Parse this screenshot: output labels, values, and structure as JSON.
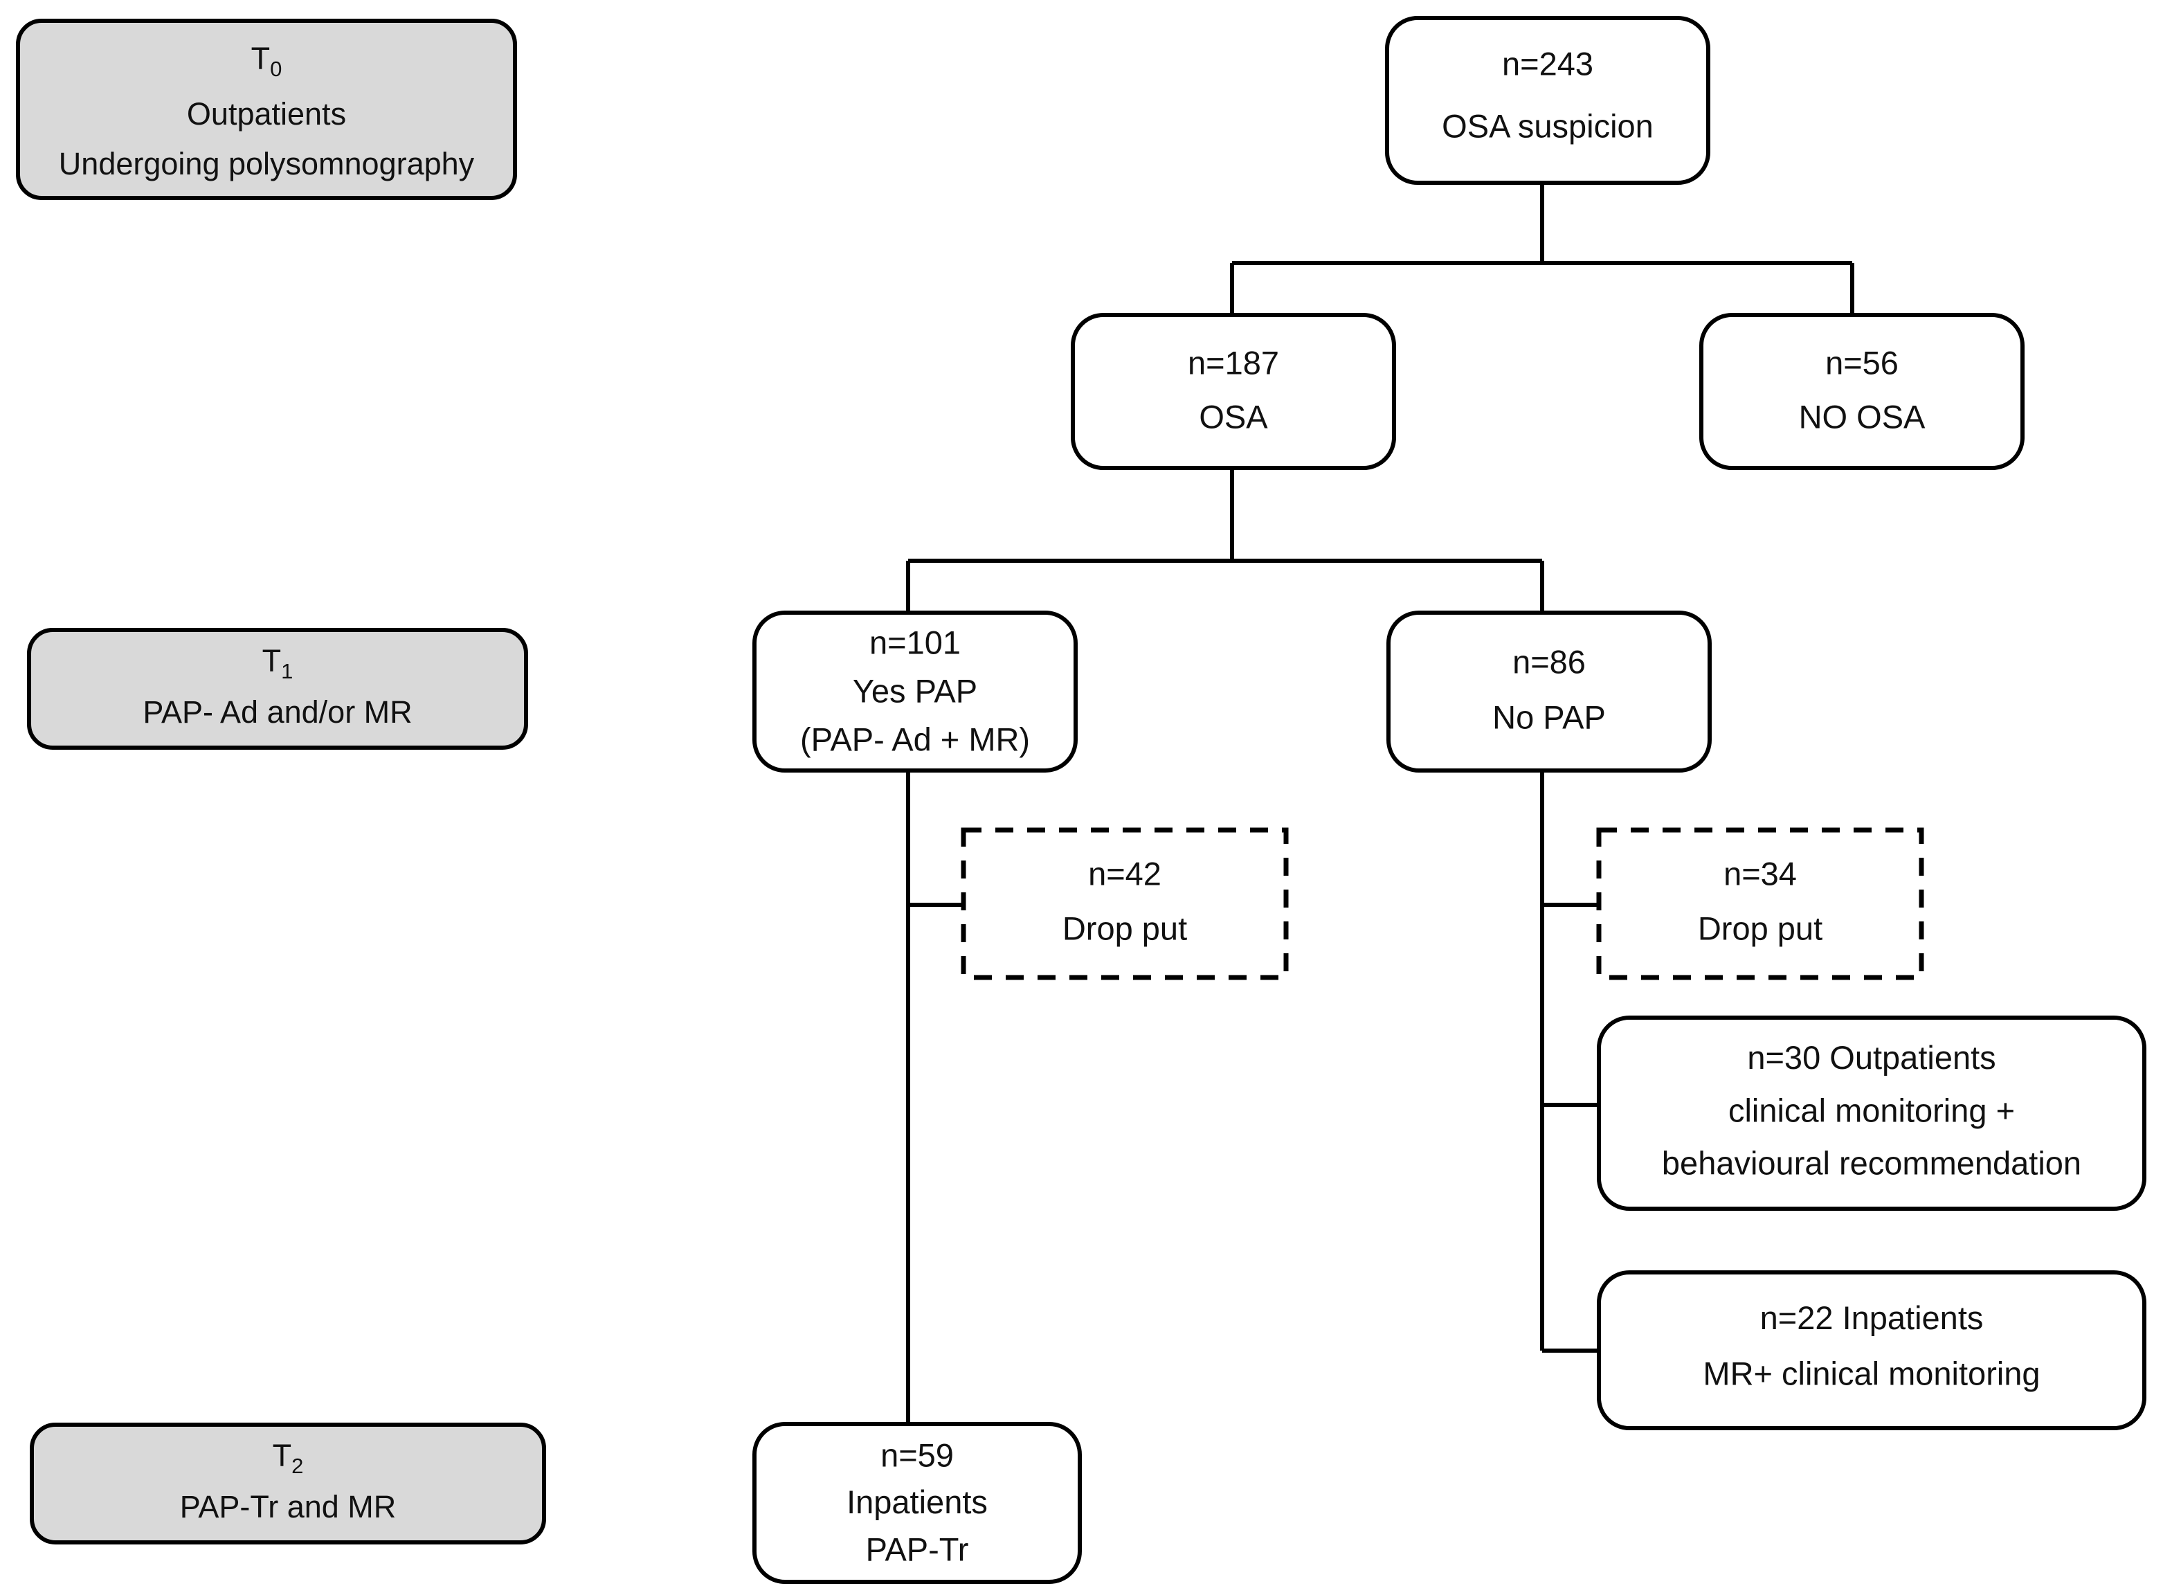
{
  "figure": {
    "type": "flowchart",
    "orientation": "top-down",
    "background_color": "#ffffff",
    "line_color": "#000000",
    "phase_fill_color": "#d9d9d9",
    "node_fill_color": "#ffffff"
  },
  "phases": [
    {
      "id": "phase-t0",
      "label_main": "T",
      "label_sub": "0",
      "lines": [
        "Outpatients",
        "Undergoing polysomnography"
      ]
    },
    {
      "id": "phase-t1",
      "label_main": "T",
      "label_sub": "1",
      "lines": [
        "PAP- Ad and/or MR"
      ]
    },
    {
      "id": "phase-t2",
      "label_main": "T",
      "label_sub": "2",
      "lines": [
        "PAP-Tr and MR"
      ]
    }
  ],
  "nodes": {
    "root": {
      "id": "node-osa-suspicion",
      "count": "n=243",
      "label": "OSA suspicion",
      "style": "solid"
    },
    "osa": {
      "id": "node-osa",
      "count": "n=187",
      "label": "OSA",
      "style": "solid"
    },
    "no_osa": {
      "id": "node-no-osa",
      "count": "n=56",
      "label": "NO OSA",
      "style": "solid"
    },
    "yes_pap": {
      "id": "node-yes-pap",
      "count": "n=101",
      "label": "Yes PAP",
      "label2": "(PAP- Ad + MR)",
      "style": "solid"
    },
    "no_pap": {
      "id": "node-no-pap",
      "count": "n=86",
      "label": "No PAP",
      "style": "solid"
    },
    "dropout_pap": {
      "id": "node-dropout-pap",
      "count": "n=42",
      "label": "Drop put",
      "style": "dashed"
    },
    "dropout_nopap": {
      "id": "node-dropout-nopap",
      "count": "n=34",
      "label": "Drop put",
      "style": "dashed"
    },
    "outpatients_monitoring": {
      "id": "node-outpatients-monitoring",
      "count": "n=30",
      "emphasis": "Outpatients",
      "label2": "clinical monitoring +",
      "label3": "behavioural recommendation",
      "style": "solid"
    },
    "inpatients_mr": {
      "id": "node-inpatients-mr",
      "count": "n=22",
      "emphasis": "Inpatients",
      "label2": "MR+ clinical monitoring",
      "style": "solid"
    },
    "inpatients_paptr": {
      "id": "node-inpatients-paptr",
      "count": "n=59",
      "emphasis_lead": "I",
      "emphasis": "npatients",
      "label2": "PAP-Tr",
      "style": "solid"
    }
  },
  "flow": {
    "counts": {
      "screened": 243,
      "osa": 187,
      "no_osa": 56,
      "yes_pap": 101,
      "no_pap": 86,
      "dropout_pap": 42,
      "dropout_nopap": 34,
      "outpatients_monitoring": 30,
      "inpatients_mr": 22,
      "inpatients_paptr": 59
    },
    "edges": [
      {
        "from": "root",
        "to": "osa"
      },
      {
        "from": "root",
        "to": "no_osa"
      },
      {
        "from": "osa",
        "to": "yes_pap"
      },
      {
        "from": "osa",
        "to": "no_pap"
      },
      {
        "from": "yes_pap",
        "to": "dropout_pap"
      },
      {
        "from": "yes_pap",
        "to": "inpatients_paptr"
      },
      {
        "from": "no_pap",
        "to": "dropout_nopap"
      },
      {
        "from": "no_pap",
        "to": "outpatients_monitoring"
      },
      {
        "from": "no_pap",
        "to": "inpatients_mr"
      }
    ]
  }
}
